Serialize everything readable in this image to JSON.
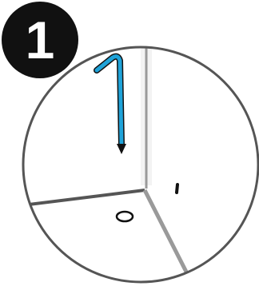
{
  "step": {
    "number": "1"
  },
  "illustration": {
    "arrow_color": "#1fa3d9",
    "line_color": "#6b6b6b",
    "outline_color": "#555555",
    "shapes": [
      "corner-edges",
      "bent-arrow",
      "small-oval-mark",
      "small-dash-mark"
    ]
  }
}
